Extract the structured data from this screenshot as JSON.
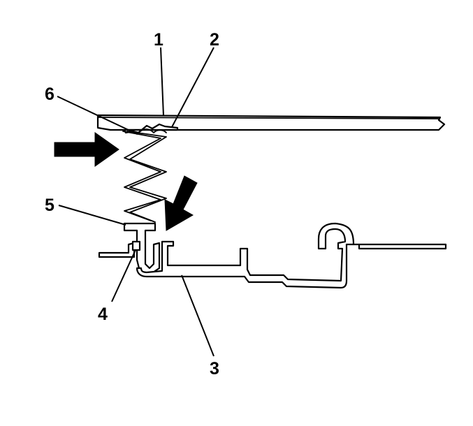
{
  "callouts": [
    {
      "id": "1",
      "label": "1"
    },
    {
      "id": "2",
      "label": "2"
    },
    {
      "id": "3",
      "label": "3"
    },
    {
      "id": "4",
      "label": "4"
    },
    {
      "id": "5",
      "label": "5"
    },
    {
      "id": "6",
      "label": "6"
    }
  ],
  "colors": {
    "line": "#000000",
    "background": "#ffffff",
    "arrow_fill": "#000000"
  }
}
